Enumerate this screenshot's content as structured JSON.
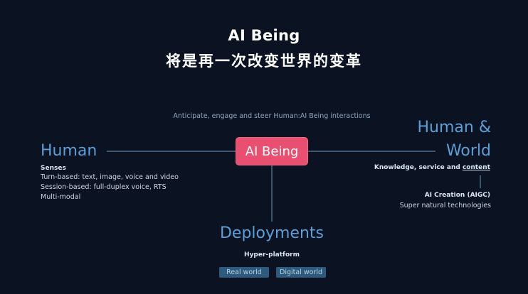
{
  "title": {
    "line1": "AI Being",
    "line2": "将是再一次改变世界的变革"
  },
  "tagline": "Anticipate, engage and steer Human:AI Being interactions",
  "center": {
    "label": "AI Being"
  },
  "left": {
    "title": "Human",
    "heading": "Senses",
    "items": [
      "Turn-based: text, image, voice and video",
      "Session-based: full-duplex voice, RTS",
      "Multi-modal"
    ]
  },
  "right": {
    "title_line1": "Human &",
    "title_line2": "World",
    "subtitle_prefix": "Knowledge, service and ",
    "subtitle_link": "content",
    "aigc_heading": "AI Creation (AIGC)",
    "aigc_sub": "Super natural technologies"
  },
  "bottom": {
    "title": "Deployments",
    "subtitle": "Hyper-platform",
    "tags": [
      "Real world",
      "Digital world"
    ]
  },
  "colors": {
    "background": "#0b1322",
    "accent_pink": "#e94f71",
    "node_blue": "#5b9fd6",
    "line": "#3e5570",
    "tag_bg": "#2e5a7d"
  }
}
